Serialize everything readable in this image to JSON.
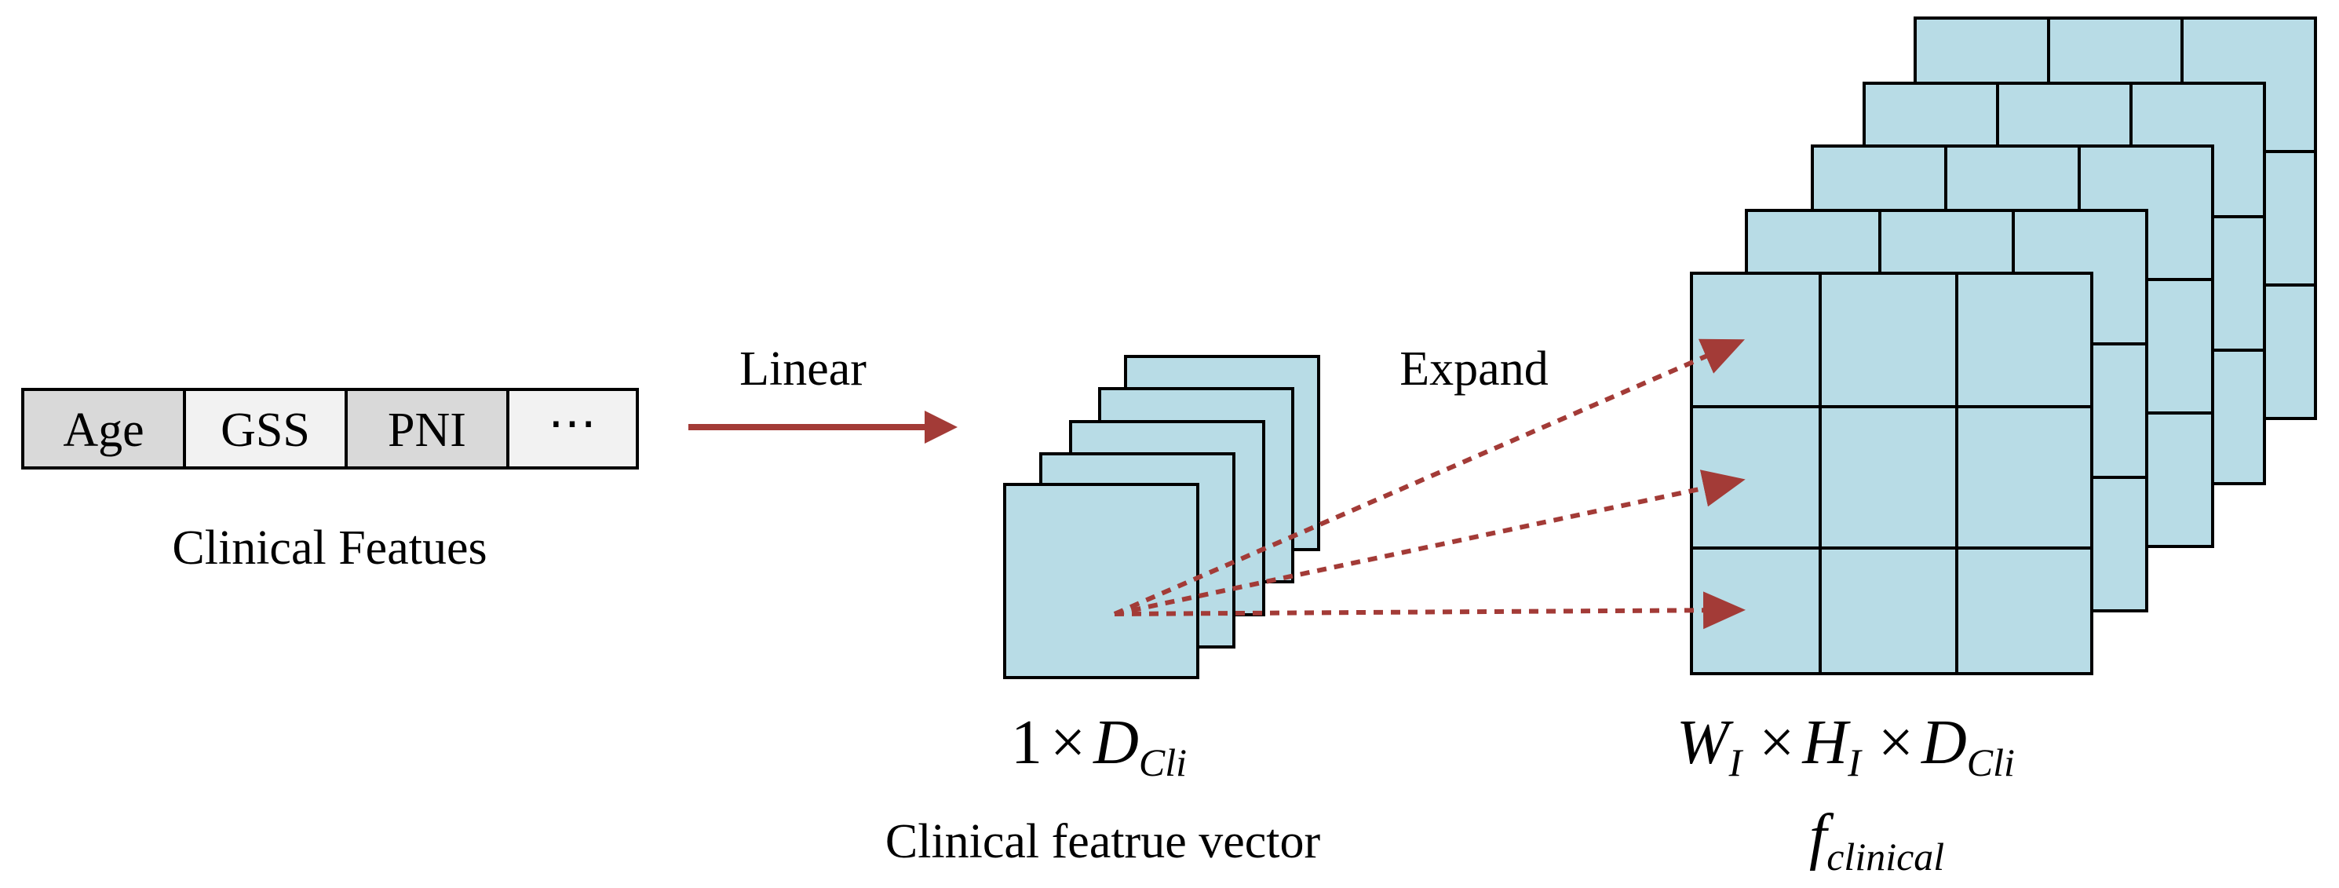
{
  "clinical_features": {
    "cells": [
      "Age",
      "GSS",
      "PNI",
      "⋯"
    ],
    "caption": "Clinical Featues"
  },
  "linear_label": "Linear",
  "expand_label": "Expand",
  "feature_vector": {
    "dim_lhs": "1",
    "times": "×",
    "dim_var": "D",
    "dim_sub": "Cli",
    "caption": "Clinical featrue vector"
  },
  "expanded_map": {
    "w_var": "W",
    "w_sub": "I",
    "h_var": "H",
    "h_sub": "I",
    "d_var": "D",
    "d_sub": "Cli",
    "times": "×",
    "name_var": "f",
    "name_sub": "clinical"
  },
  "colors": {
    "cube_fill": "#b8dce6",
    "cell_gray": "#d9d9d9",
    "cell_light": "#f2f2f2",
    "arrow": "#a33b37",
    "stroke": "#000000"
  }
}
